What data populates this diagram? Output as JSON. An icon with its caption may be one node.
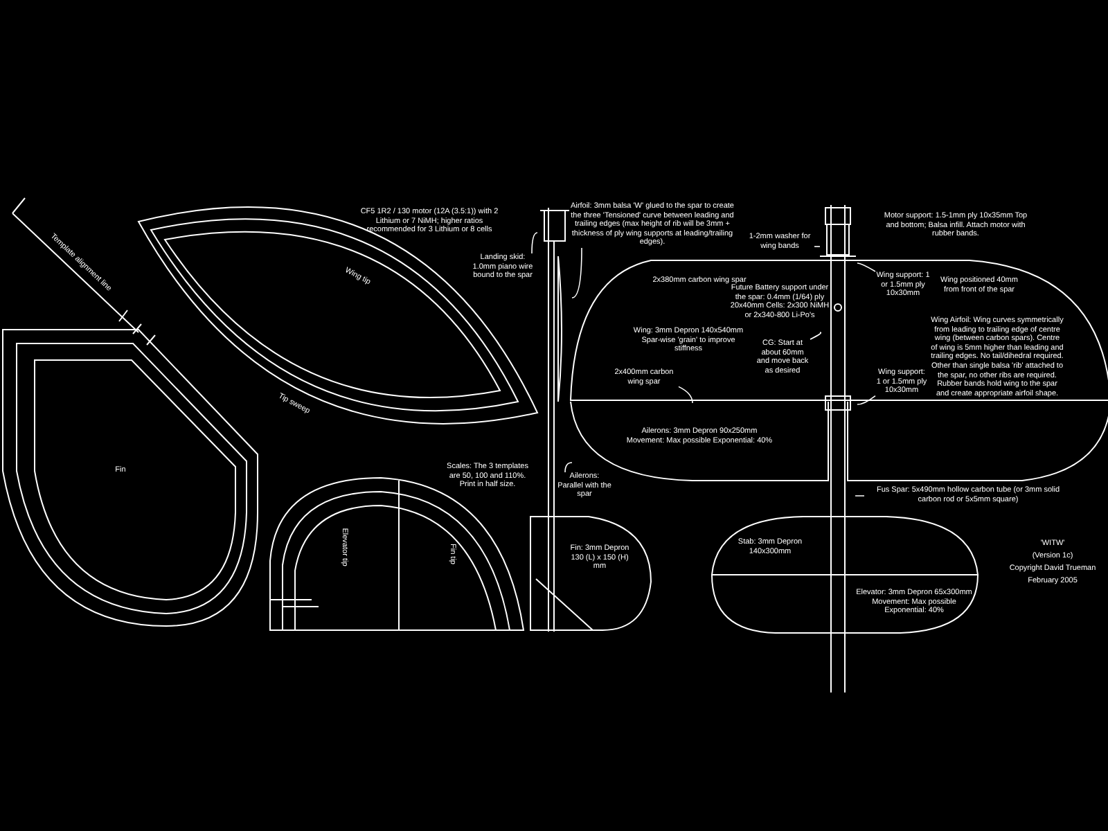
{
  "diagram": {
    "nodes": [
      {
        "text": [
          "Wing tip",
          "Tip sweep"
        ]
      },
      {
        "text": [
          "Landing skid: 1.0mm piano wire bound to the spar"
        ]
      },
      {
        "text": [
          "Fin"
        ]
      },
      {
        "text": [
          "Elevator tip",
          "Fin tip"
        ]
      },
      {
        "text": [
          "Ailerons: Parallel with the spar"
        ]
      },
      {
        "text": [
          "Fin: 3mm Depron 130 (L) x 150 (H) mm"
        ]
      },
      {
        "text": [
          "Airfoil: 3mm balsa 'W' glued to the spar to create the three 'Tensioned' curve between leading and trailing edges (max height of rib will be 3mm + thickness of ply wing supports at leading/trailing edges)."
        ]
      },
      {
        "text": [
          "1-2mm washer for wing bands"
        ]
      },
      {
        "text": [
          "2x380mm carbon wing spar",
          "Future Battery support under the spar: 0.4mm (1/64) ply 20x40mm Cells: 2x300 NiMH or 2x340-800 Li-Po's",
          "Wing: 3mm Depron 140x540mm Spar-wise 'grain' to improve stiffness",
          "Wing positioned 40mm from front of the spar",
          "Wing Airfoil: Wing curves symmetrically from leading to trailing edge of centre wing (between carbon spars). Centre of wing is 5mm higher than leading and trailing edges. No tail/dihedral required. Other than single balsa 'rib' attached to the spar, no other ribs are required. Rubber bands hold wing to the spar and create appropriate airfoil shape."
        ]
      },
      {
        "text": [
          "Wing support: 1 or 1.5mm ply 10x30mm"
        ],
        "in": 8
      },
      {
        "text": [
          "CG: Start at about 60mm and move back as desired"
        ],
        "in": 8
      },
      {
        "text": [
          "2x400mm carbon wing spar"
        ],
        "in": 8
      },
      {
        "text": [
          "Wing support: 1 or 1.5mm ply 10x30mm"
        ],
        "in": 8
      },
      {
        "text": [
          "Ailerons: 3mm Depron 90x250mm Movement: Max possible Exponential: 40%"
        ]
      },
      {
        "text": [
          "Fus Spar: 5x490mm hollow carbon tube (or 3mm solid carbon rod or 5x5mm square)"
        ]
      },
      {
        "text": [
          "Stab: 3mm Depron 140x300mm"
        ]
      },
      {
        "text": [
          "Elevator: 3mm Depron 65x300mm Movement: Max possible Exponential: 40%"
        ]
      },
      {
        "text": [],
        "shape": "bar"
      },
      {
        "text": [],
        "shape": "bar"
      }
    ],
    "edges": [
      {
        "from": 1,
        "to": 17,
        "arrow": "none"
      },
      {
        "from": 4,
        "to": 17,
        "arrow": "none"
      },
      {
        "from": 6,
        "to": 17,
        "arrow": "none"
      },
      {
        "from": 7,
        "to": 18,
        "arrow": "none"
      },
      {
        "from": 9,
        "to": 18,
        "arrow": "none"
      },
      {
        "from": 10,
        "to": 18,
        "arrow": "none"
      },
      {
        "from": 11,
        "to": 8,
        "arrow": "none"
      },
      {
        "from": 12,
        "to": 18,
        "arrow": "none"
      },
      {
        "from": 14,
        "to": 18,
        "arrow": "none"
      }
    ],
    "labels": [
      "Template alignment line",
      "CF5 1R2 / 130 motor (12A (3.5:1)) with 2 Lithium or 7 NiMH; higher ratios recommended for 3 Lithium or 8 cells",
      "Motor support: 1.5-1mm ply 10x35mm Top and bottom; Balsa infill. Attach motor with rubber bands.",
      "Scales: The 3 templates are 50, 100 and 110%. Print in half size.",
      "'WITW'",
      "(Version 1c)",
      "Copyright David Trueman",
      "February 2005"
    ]
  }
}
